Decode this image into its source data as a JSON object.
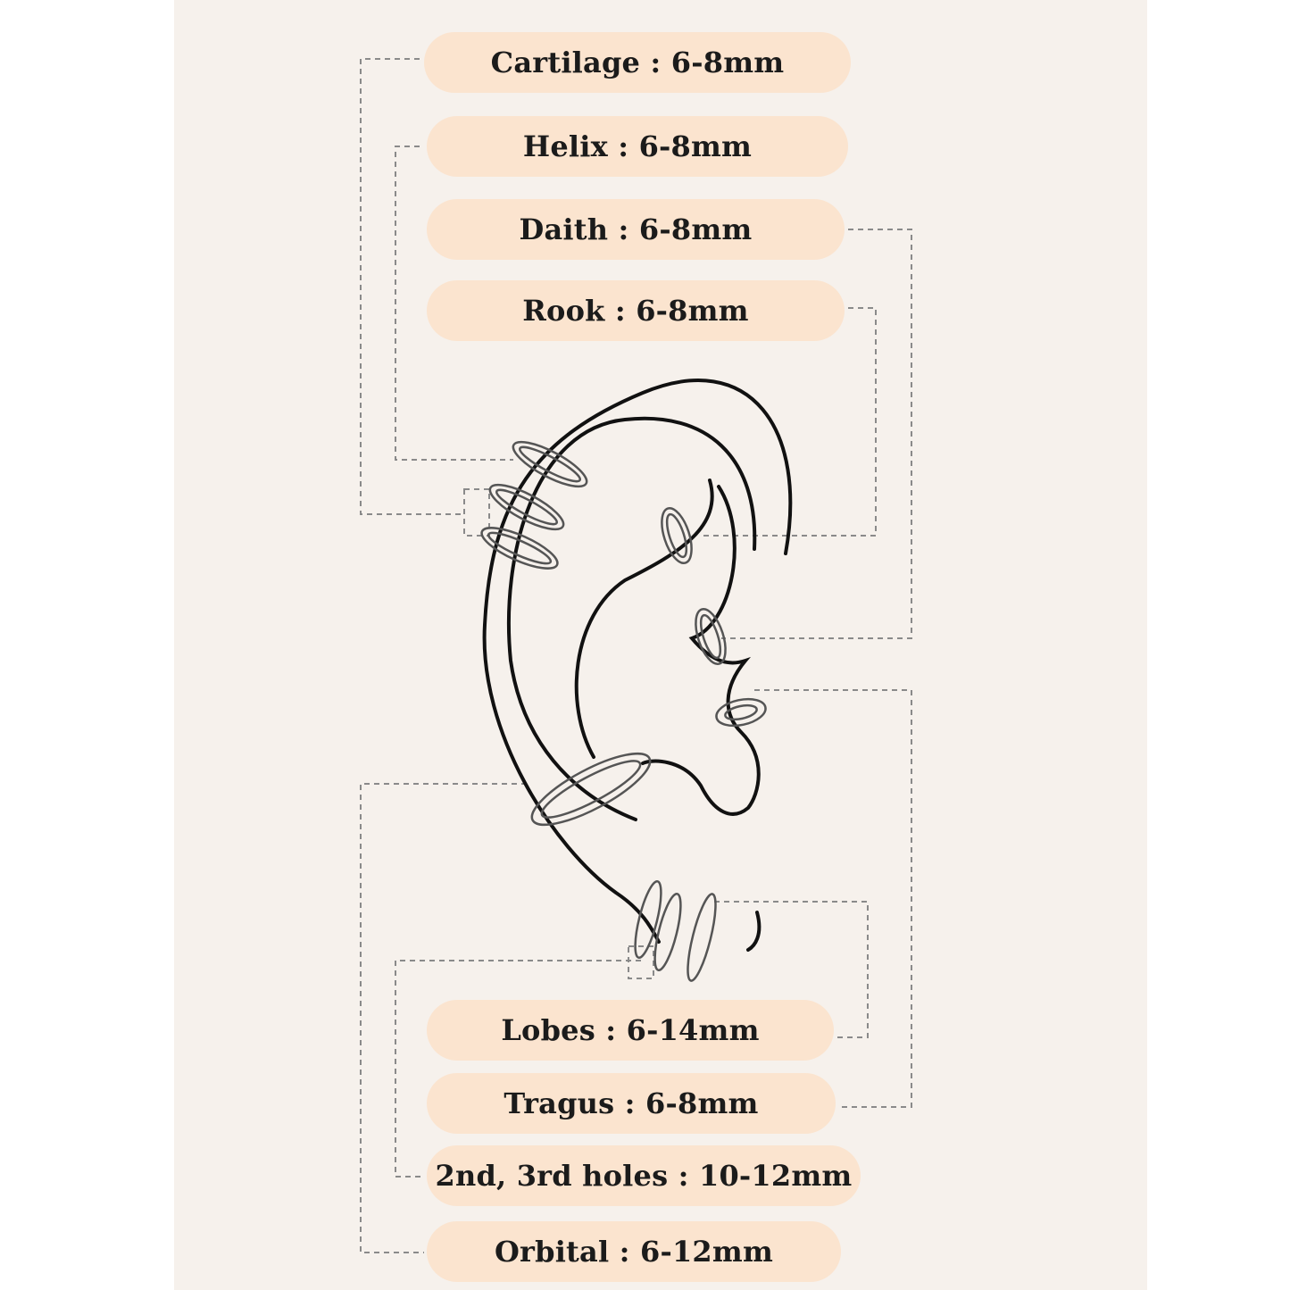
{
  "labels": [
    {
      "id": "cartilage",
      "text": "Cartilage : 6-8mm"
    },
    {
      "id": "helix",
      "text": "Helix : 6-8mm"
    },
    {
      "id": "daith",
      "text": "Daith : 6-8mm"
    },
    {
      "id": "rook",
      "text": "Rook : 6-8mm"
    },
    {
      "id": "lobes",
      "text": "Lobes : 6-14mm"
    },
    {
      "id": "tragus",
      "text": "Tragus : 6-8mm"
    },
    {
      "id": "holes",
      "text": "2nd, 3rd holes : 10-12mm"
    },
    {
      "id": "orbital",
      "text": "Orbital : 6-12mm"
    }
  ],
  "colors": {
    "background": "#f6f1ec",
    "pill": "#fbe4cf",
    "ink": "#111111",
    "guide": "#8a8a8a",
    "ring": "#5a5a5a"
  }
}
